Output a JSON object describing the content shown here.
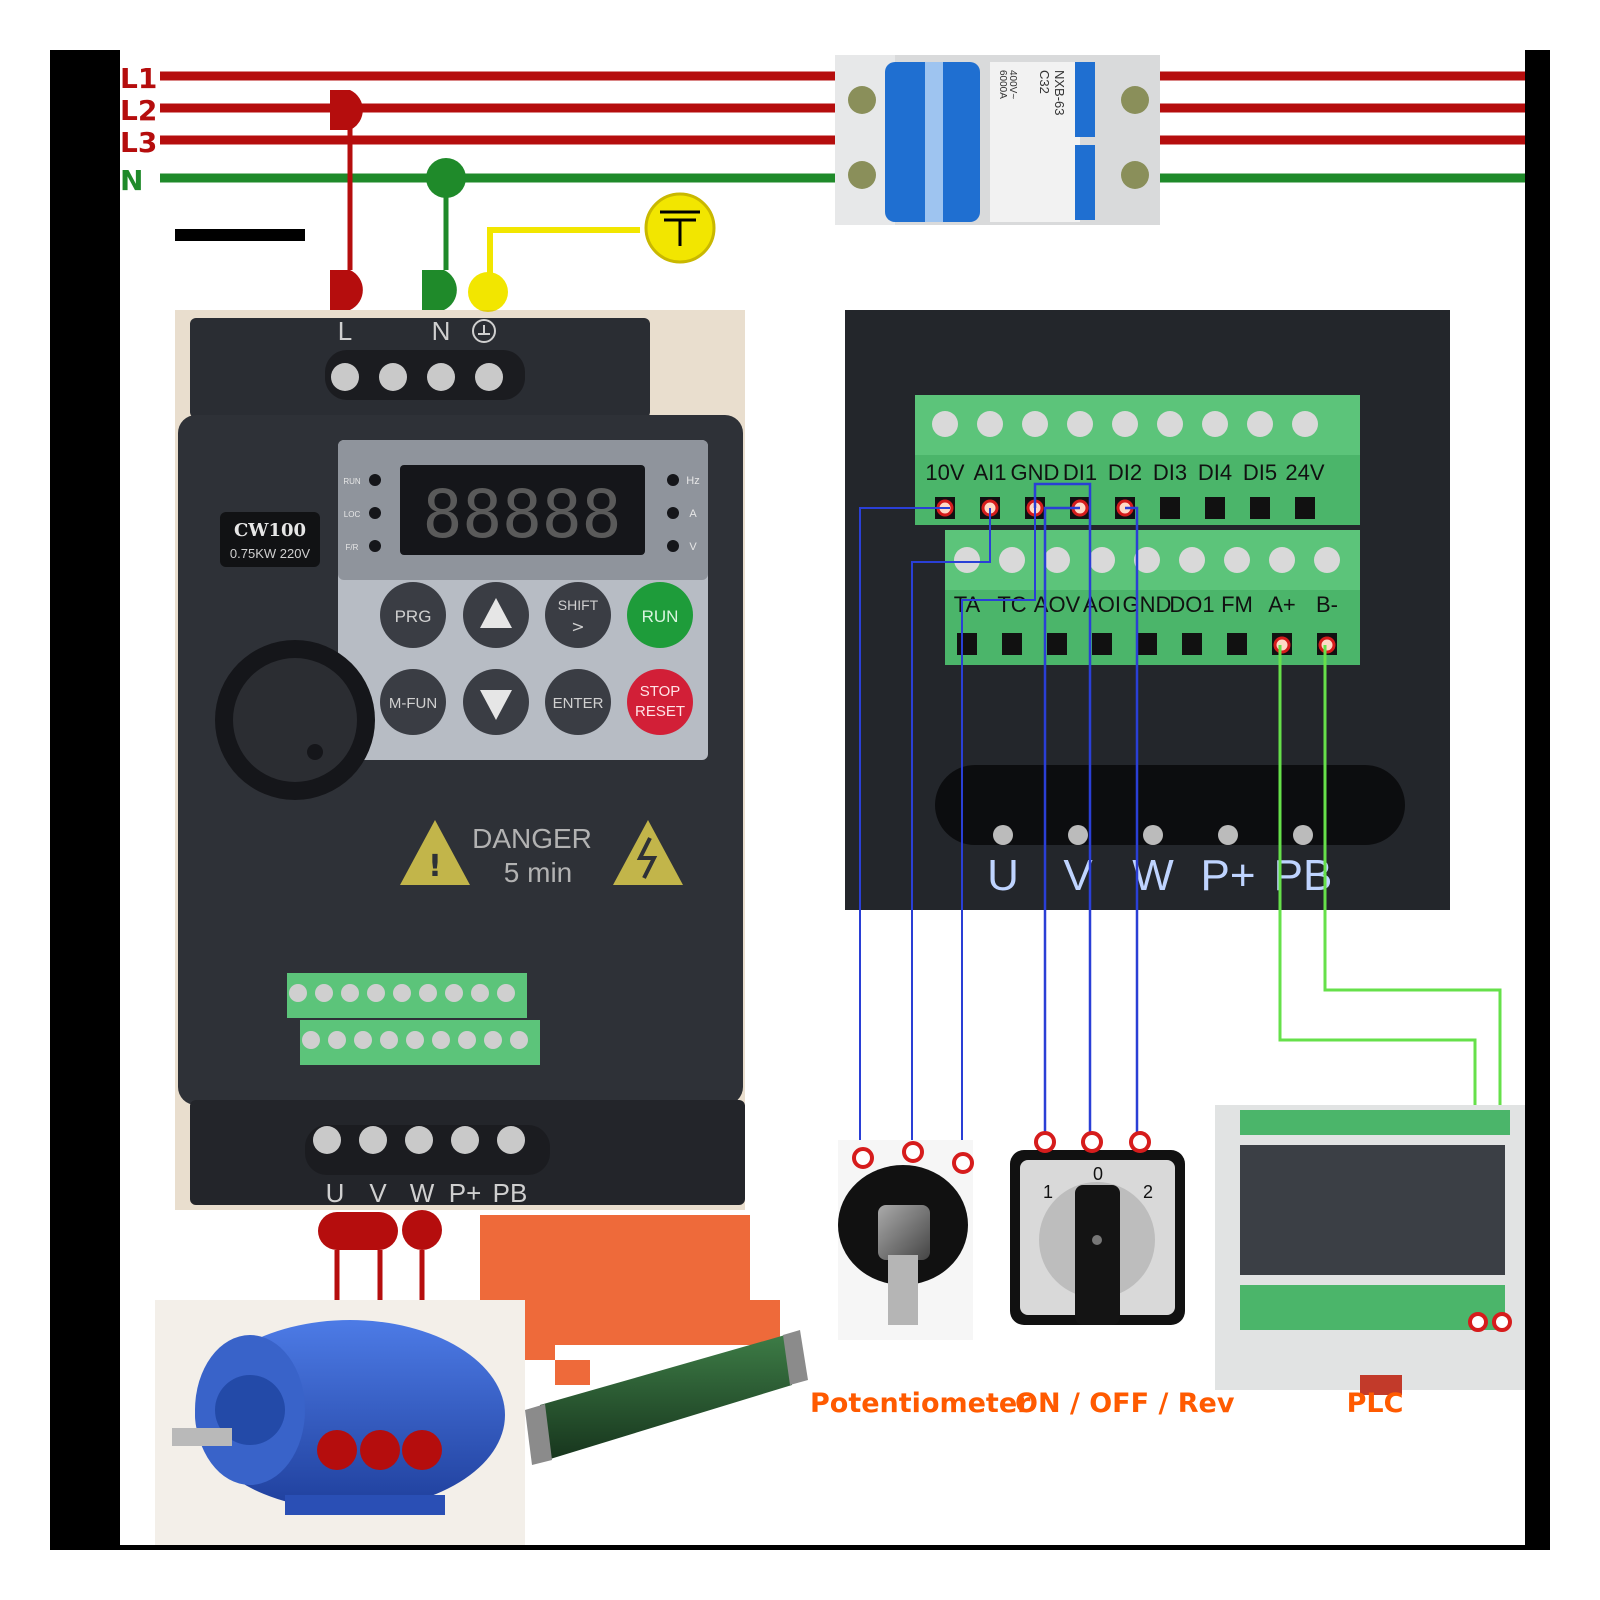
{
  "colors": {
    "phase": "#b50d0d",
    "neutral": "#1f8a2a",
    "earth": "#f2e600",
    "signal": "#2a3fd6",
    "comm": "#66e04a",
    "brake": "#ee6a3a",
    "housing": "#2a2d33",
    "terminal": "#5cc47a",
    "caption": "#ff5a00"
  },
  "supply": {
    "lines": [
      "L1",
      "L2",
      "L3",
      "N"
    ],
    "breaker": {
      "model": "NXB-63",
      "rating": "C32",
      "text_a": "400V~",
      "text_b": "6000A"
    }
  },
  "vfd": {
    "model": "CW100",
    "rating": "0.75KW 220V",
    "display": "88888",
    "leds_left": [
      "RUN",
      "LOC",
      "F/R"
    ],
    "leds_right": [
      "Hz",
      "A",
      "V"
    ],
    "keys": [
      "PRG",
      "SHIFT",
      "RUN",
      "M-FUN",
      "ENTER",
      "STOP",
      "RESET"
    ],
    "warning": {
      "title": "DANGER",
      "subtitle": "5 min"
    },
    "input_terminals": [
      "L",
      "N"
    ],
    "output_terminals": [
      "U",
      "V",
      "W",
      "P+",
      "PB"
    ]
  },
  "control_board": {
    "upper_row": [
      "10V",
      "AI1",
      "GND",
      "DI1",
      "DI2",
      "DI3",
      "DI4",
      "DI5",
      "24V"
    ],
    "lower_row": [
      "TA",
      "TC",
      "AOV",
      "AOI",
      "GND",
      "DO1",
      "FM",
      "A+",
      "B-"
    ],
    "power_row": [
      "U",
      "V",
      "W",
      "P+",
      "PB"
    ]
  },
  "switch": {
    "positions": [
      "1",
      "0",
      "2"
    ]
  },
  "captions": {
    "potentiometer": "Potentiometer",
    "switch": "ON / OFF / Rev",
    "plc": "PLC"
  }
}
